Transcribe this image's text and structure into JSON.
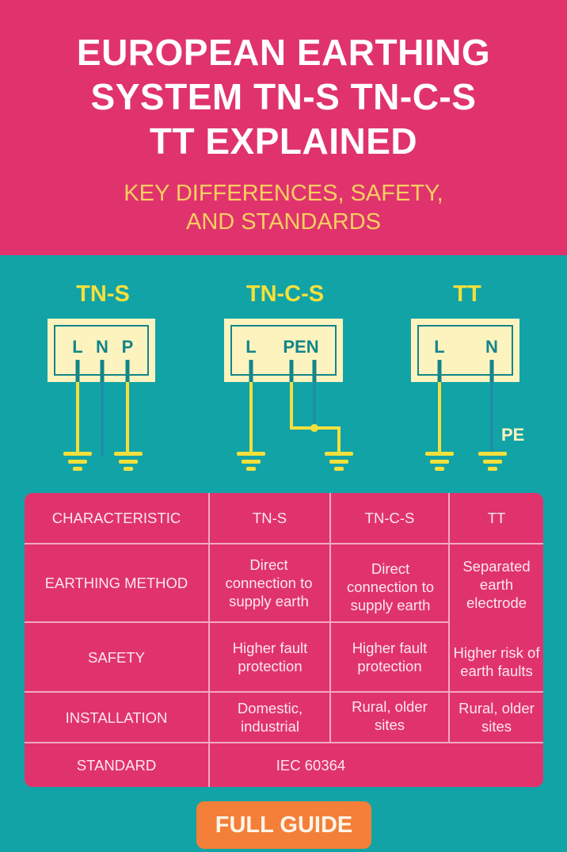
{
  "header": {
    "title_lines": [
      "EUROPEAN EARTHING",
      "SYSTEM TN-S TN-C-S",
      "TT EXPLAINED"
    ],
    "subtitle_lines": [
      "KEY DIFFERENCES, SAFETY,",
      "AND STANDARDS"
    ]
  },
  "diagrams": [
    {
      "label": "TN-S",
      "terminals": [
        "L",
        "N",
        "P"
      ]
    },
    {
      "label": "TN-C-S",
      "terminals": [
        "L",
        "PEN"
      ]
    },
    {
      "label": "TT",
      "terminals": [
        "L",
        "N"
      ],
      "extra_label": "PE"
    }
  ],
  "table": {
    "headers": [
      "CHARACTERISTIC",
      "TN-S",
      "TN-C-S",
      "TT"
    ],
    "rows": [
      {
        "label": "EARTHING METHOD",
        "tns": "Direct connection to supply earth",
        "tncs": "Direct connection to supply earth",
        "tt": "Separated earth electrode"
      },
      {
        "label": "SAFETY",
        "tns": "Higher fault protection",
        "tncs": "Higher fault protection",
        "tt": "Higher risk of earth faults"
      },
      {
        "label": "INSTALLATION",
        "tns": "Domestic, industrial",
        "tncs": "Rural, older sites",
        "tt": "Rural, older sites"
      },
      {
        "label": "STANDARD",
        "merged": "IEC 60364"
      }
    ]
  },
  "cta": {
    "label": "FULL GUIDE"
  },
  "colors": {
    "header_bg": "#e0336e",
    "body_bg": "#12a3a6",
    "title": "#ffffff",
    "subtitle": "#f8cf60",
    "wire_yellow": "#f4e03c",
    "panel": "#fdf3bf",
    "button": "#f37f38"
  }
}
